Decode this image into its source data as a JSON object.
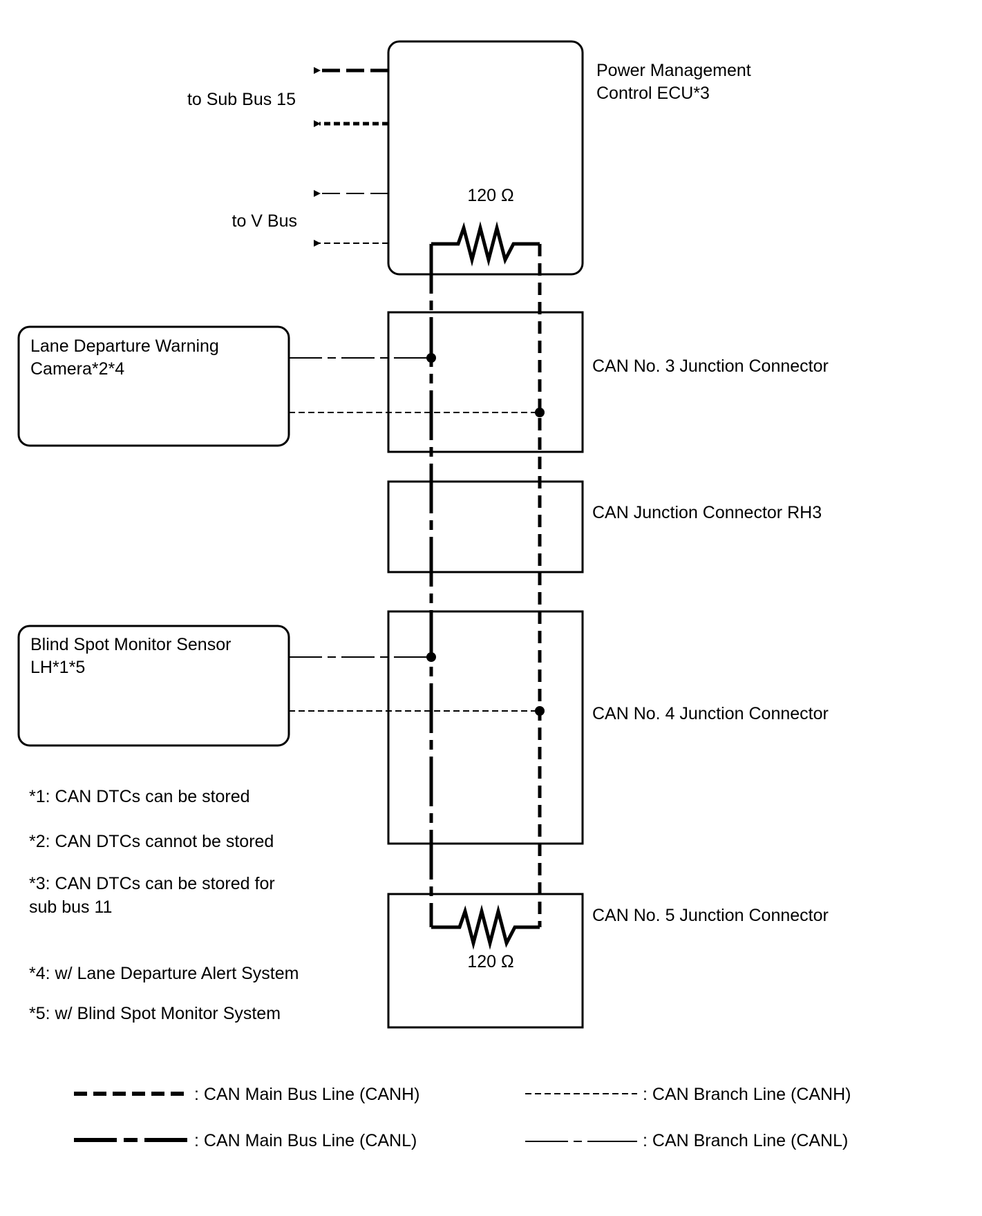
{
  "components": {
    "pm_ecu": "Power Management\nControl ECU*3",
    "ldw_camera": "Lane Departure Warning\nCamera*2*4",
    "bsm_sensor": "Blind Spot Monitor Sensor\nLH*1*5",
    "jc3": "CAN No. 3 Junction Connector",
    "jc_rh3": "CAN Junction Connector RH3",
    "jc4": "CAN No. 4 Junction Connector",
    "jc5": "CAN No. 5 Junction Connector"
  },
  "buses": {
    "sub_bus_15": "to Sub Bus 15",
    "v_bus": "to V Bus"
  },
  "resistors": {
    "top": "120 Ω",
    "bottom": "120 Ω"
  },
  "notes": [
    "*1: CAN DTCs can be stored",
    "*2: CAN DTCs cannot be stored",
    "*3: CAN DTCs can be stored for\nsub bus 11",
    "*4: w/ Lane Departure Alert System",
    "*5: w/ Blind Spot Monitor System"
  ],
  "legend": [
    {
      "style": "main-canh",
      "label": ": CAN Main Bus Line (CANH)"
    },
    {
      "style": "main-canl",
      "label": ": CAN Main Bus Line (CANL)"
    },
    {
      "style": "branch-canh",
      "label": ": CAN Branch Line (CANH)"
    },
    {
      "style": "branch-canl",
      "label": ": CAN Branch Line (CANL)"
    }
  ]
}
